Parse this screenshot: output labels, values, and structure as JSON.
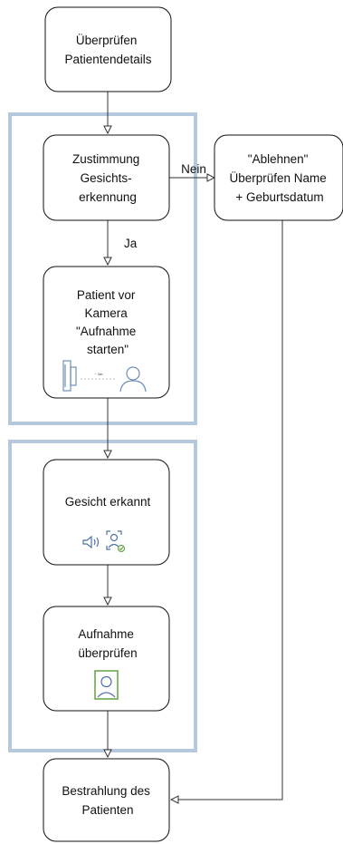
{
  "diagram": {
    "nodes": {
      "check_patient": {
        "lines": [
          "Überprüfen",
          "Patientendetails"
        ]
      },
      "consent_face": {
        "lines": [
          "Zustimmung",
          "Gesichts-",
          "erkennung"
        ]
      },
      "decline": {
        "lines": [
          "\"Ablehnen\"",
          "Überprüfen Name",
          "+ Geburtsdatum"
        ]
      },
      "patient_camera": {
        "lines": [
          "Patient vor",
          "Kamera",
          "\"Aufnahme",
          "starten\""
        ]
      },
      "face_detected": {
        "lines": [
          "Gesicht erkannt"
        ]
      },
      "review_capture": {
        "lines": [
          "Aufnahme",
          "überprüfen"
        ]
      },
      "irradiation": {
        "lines": [
          "Bestrahlung des",
          "Patienten"
        ]
      }
    },
    "edge_labels": {
      "no": "Nein",
      "yes": "Ja"
    },
    "illustrations": {
      "distance_label": "~ 1m",
      "camera": "camera-device-icon",
      "person": "person-icon",
      "speaker": "speaker-icon",
      "face_scan": "face-scan-check-icon",
      "photo": "portrait-photo-icon"
    },
    "colors": {
      "group_border": "#b4c9de",
      "node_border": "#111111",
      "check_green": "#6aa84f",
      "line": "#333333"
    }
  }
}
